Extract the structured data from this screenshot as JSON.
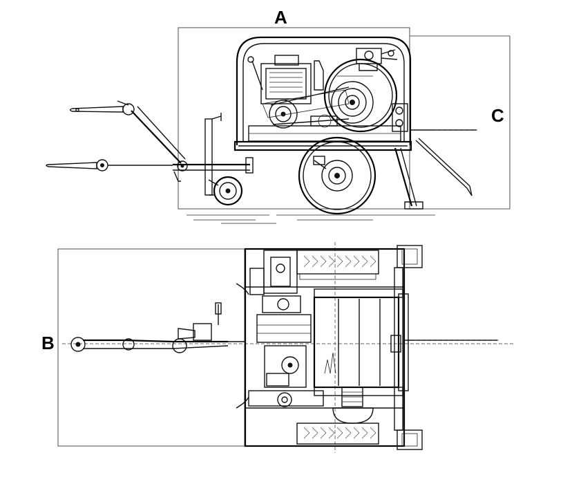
{
  "figure": {
    "labels": {
      "a": "A",
      "b": "B",
      "c": "C"
    },
    "views": [
      "side-elevation",
      "top-plan"
    ]
  }
}
